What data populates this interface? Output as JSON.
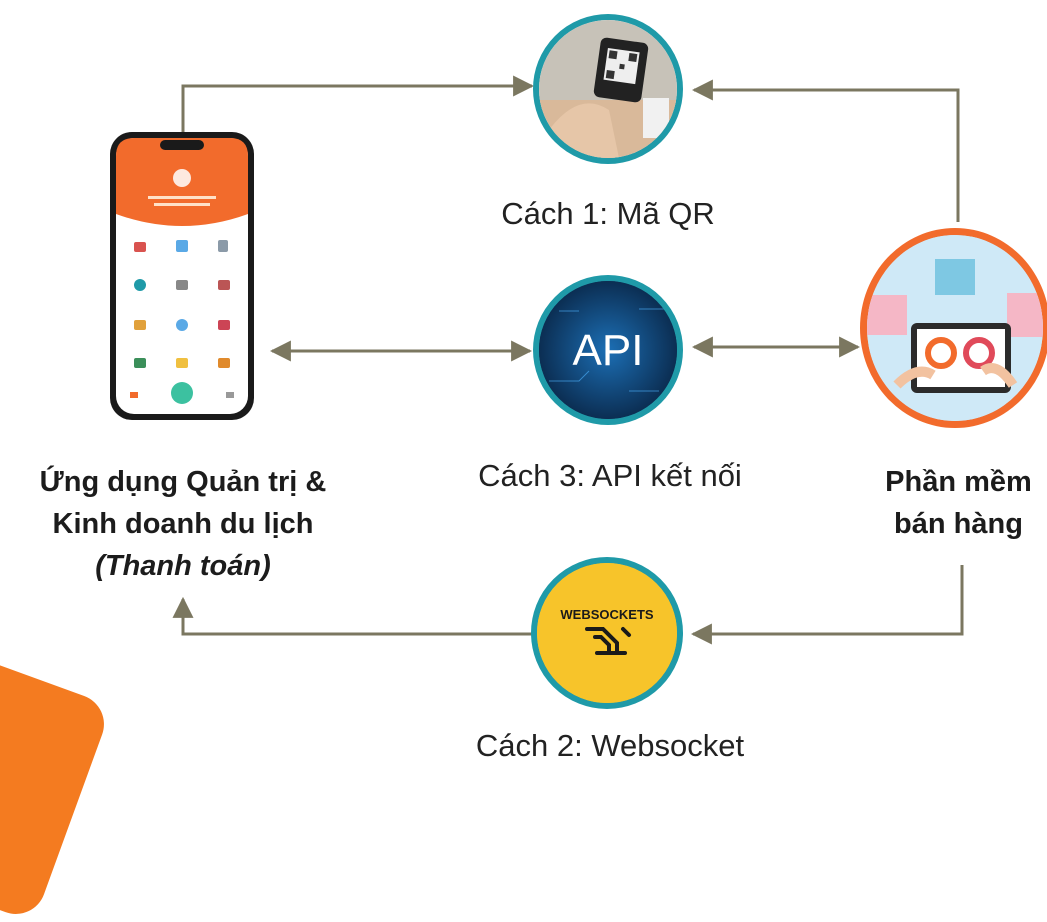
{
  "nodes": {
    "qr": {
      "label": "Cách 1: Mã QR"
    },
    "api": {
      "label": "Cách 3: API kết nối",
      "icon_text": "API"
    },
    "websocket": {
      "label": "Cách 2: Websocket",
      "icon_text": "WEBSOCKETS"
    },
    "app": {
      "line1": "Ứng dụng Quản trị &",
      "line2": "Kinh doanh du lịch",
      "line3": "(Thanh toán)"
    },
    "pos": {
      "line1": "Phần mềm",
      "line2": "bán hàng"
    }
  },
  "colors": {
    "connector": "#7b7760",
    "qr_ring": "#1f9aa8",
    "api_ring": "#1f9aa8",
    "websocket_ring": "#1f9aa8",
    "pos_ring": "#f26b2c",
    "websocket_fill": "#f7c42a",
    "accent_orange": "#f47b20"
  },
  "edges": [
    {
      "from": "app",
      "to": "qr",
      "style": "single-arrow"
    },
    {
      "from": "pos",
      "to": "qr",
      "style": "single-arrow"
    },
    {
      "from": "app",
      "to": "api",
      "style": "double-arrow"
    },
    {
      "from": "api",
      "to": "pos",
      "style": "double-arrow"
    },
    {
      "from": "pos",
      "to": "websocket",
      "style": "single-arrow"
    },
    {
      "from": "websocket",
      "to": "app",
      "style": "single-arrow"
    }
  ]
}
